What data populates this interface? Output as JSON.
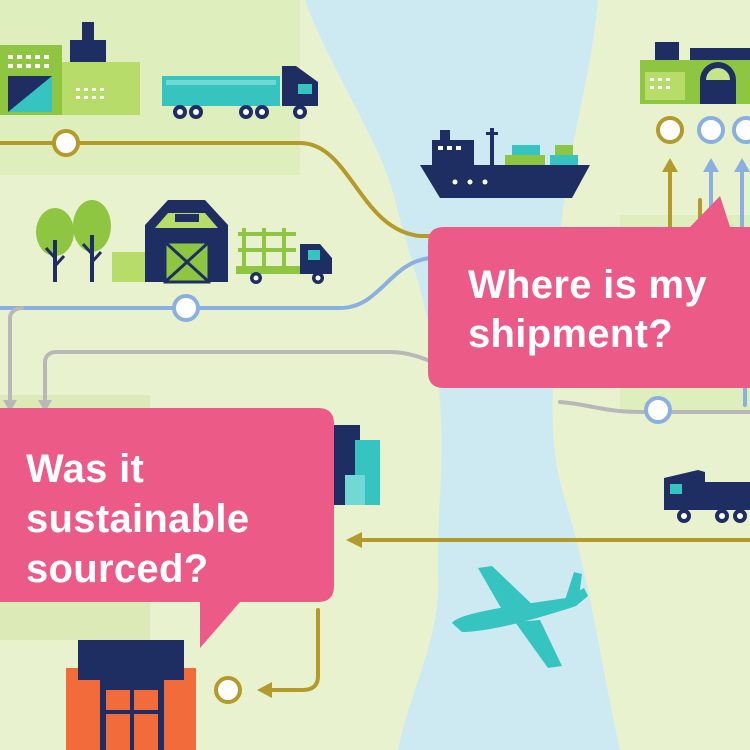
{
  "questions": {
    "shipment": {
      "line1": "Where is my",
      "line2": "shipment?"
    },
    "sourcing": {
      "line1": "Was it",
      "line2": "sustainable",
      "line3": "sourced?"
    }
  },
  "colors": {
    "land": "#e9f2cf",
    "land_dark": "#d8e8b4",
    "water": "#cdeaf2",
    "bubble": "#ec5a87",
    "navy": "#1e2d62",
    "lime": "#8fc641",
    "teal": "#35c4c0",
    "route_gold": "#b39a2a",
    "route_blue": "#8ab0e0",
    "route_gray": "#b8b8b8",
    "orange": "#f26b3a"
  },
  "icons": [
    "factory-icon",
    "truck-icon",
    "cargo-ship-icon",
    "tree-icon",
    "barn-icon",
    "flatbed-truck-icon",
    "warehouse-icon",
    "airplane-icon",
    "route-node-icon",
    "arrow-icon"
  ]
}
